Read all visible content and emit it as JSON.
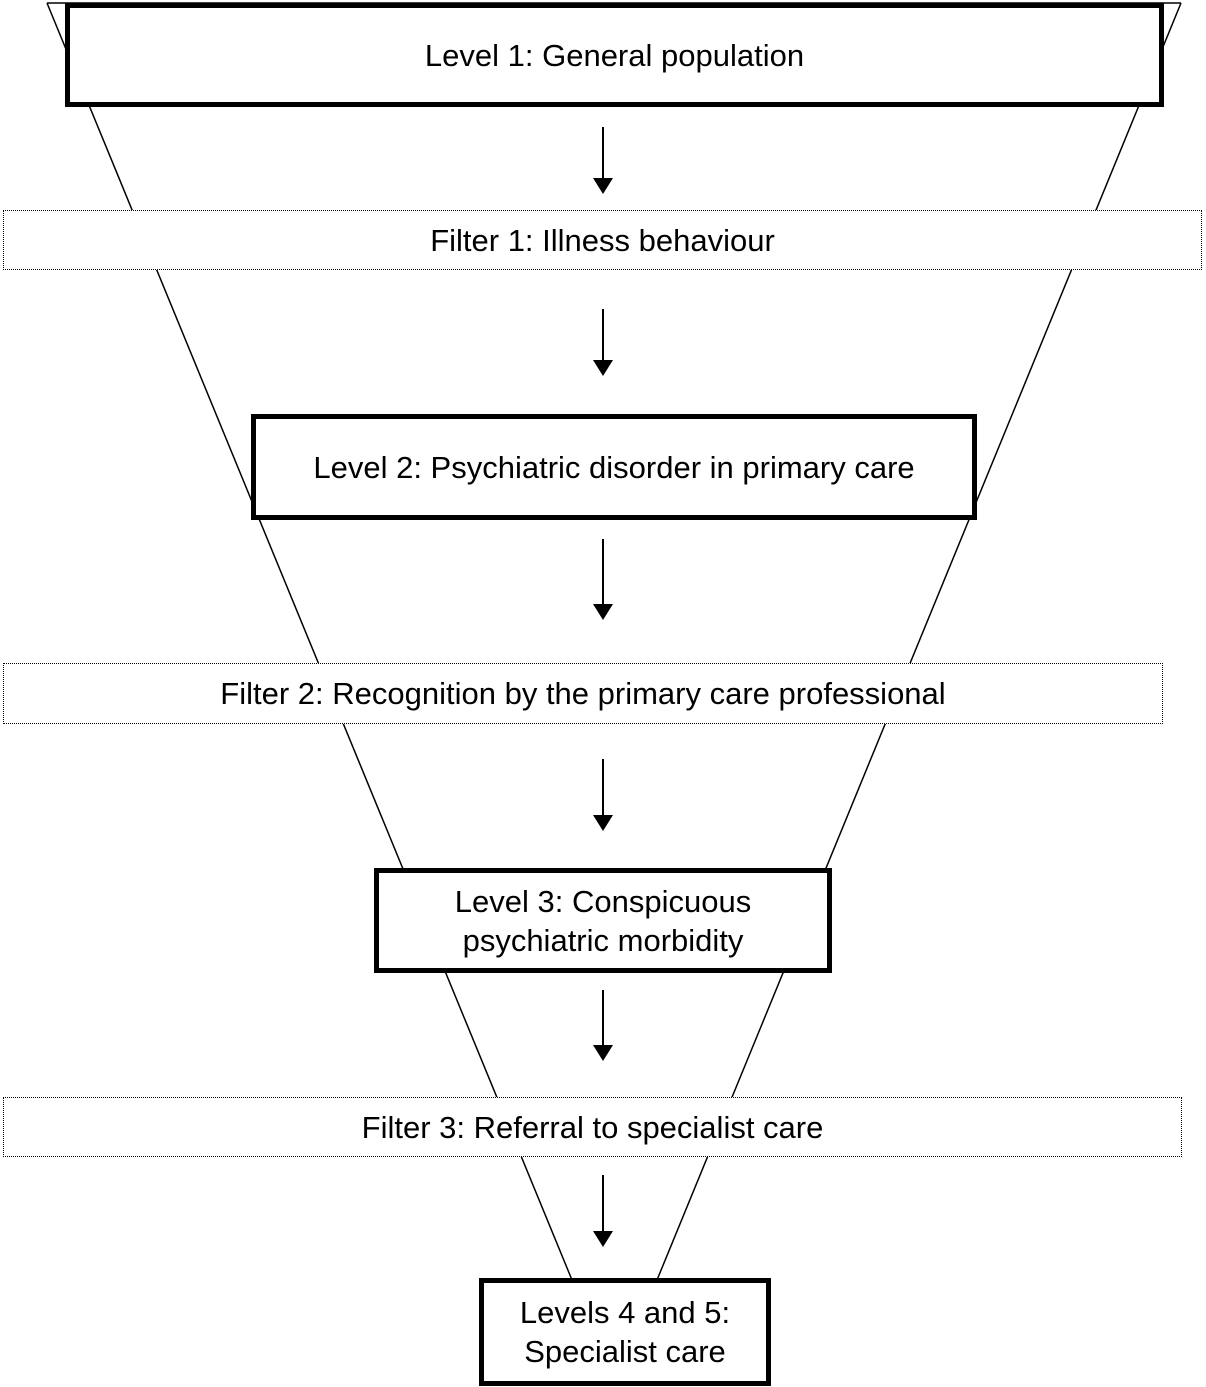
{
  "levels": [
    {
      "label": "Level 1: General population"
    },
    {
      "label": "Level 2: Psychiatric disorder in primary care"
    },
    {
      "label": "Level 3: Conspicuous\npsychiatric morbidity"
    },
    {
      "label": "Levels 4 and 5:\nSpecialist care"
    }
  ],
  "filters": [
    {
      "label": "Filter 1: Illness behaviour"
    },
    {
      "label": "Filter 2: Recognition by the primary care professional"
    },
    {
      "label": "Filter 3: Referral to specialist care"
    }
  ],
  "colors": {
    "line": "#000000",
    "background": "#ffffff"
  }
}
